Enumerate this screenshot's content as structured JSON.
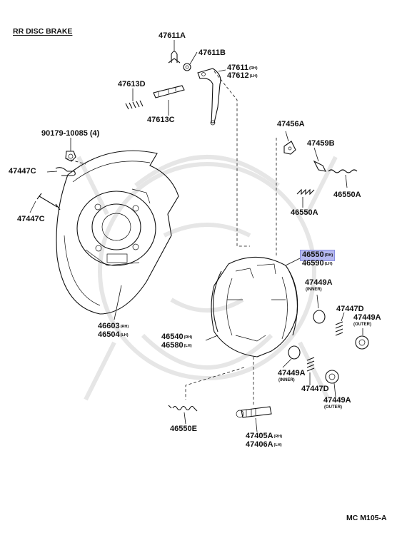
{
  "title": "RR DISC BRAKE",
  "diagram_code": "MC M105-A",
  "highlight_color": "#b5b8f0",
  "parts": {
    "p47611A": {
      "num": "47611A"
    },
    "p47611B": {
      "num": "47611B"
    },
    "p47611": {
      "num": "47611",
      "suffix": "(RH)"
    },
    "p47612": {
      "num": "47612",
      "suffix": "(LH)"
    },
    "p47613D": {
      "num": "47613D"
    },
    "p47613C": {
      "num": "47613C"
    },
    "p90179": {
      "num": "90179-10085 (4)"
    },
    "p47447C_a": {
      "num": "47447C"
    },
    "p47447C_b": {
      "num": "47447C"
    },
    "p47456A": {
      "num": "47456A"
    },
    "p47459B": {
      "num": "47459B"
    },
    "p46550A_a": {
      "num": "46550A"
    },
    "p46550A_b": {
      "num": "46550A"
    },
    "p46550": {
      "num": "46550",
      "suffix": "(RH)"
    },
    "p46590": {
      "num": "46590",
      "suffix": "(LH)"
    },
    "p47449A_inner_a": {
      "num": "47449A",
      "note": "(INNER)"
    },
    "p47447D_a": {
      "num": "47447D"
    },
    "p47449A_outer_a": {
      "num": "47449A",
      "note": "(OUTER)"
    },
    "p46603": {
      "num": "46603",
      "suffix": "(RH)"
    },
    "p46504": {
      "num": "46504",
      "suffix": "(LH)"
    },
    "p46540": {
      "num": "46540",
      "suffix": "(RH)"
    },
    "p46580": {
      "num": "46580",
      "suffix": "(LH)"
    },
    "p47449A_inner_b": {
      "num": "47449A",
      "note": "(INNER)"
    },
    "p47447D_b": {
      "num": "47447D"
    },
    "p47449A_outer_b": {
      "num": "47449A",
      "note": "(OUTER)"
    },
    "p46550E": {
      "num": "46550E"
    },
    "p47405A": {
      "num": "47405A",
      "suffix": "(RH)"
    },
    "p47406A": {
      "num": "47406A",
      "suffix": "(LH)"
    }
  }
}
